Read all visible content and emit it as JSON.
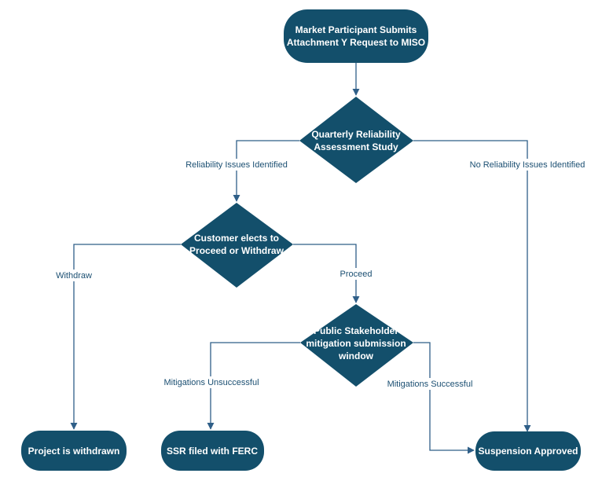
{
  "colors": {
    "node_fill": "#134f6b",
    "connector": "#2f5f88",
    "label_text": "#1b4f72",
    "node_text": "#ffffff"
  },
  "nodes": {
    "start": {
      "line1": "Market Participant Submits",
      "line2": "Attachment Y Request to MISO"
    },
    "quarterly": {
      "line1": "Quarterly Reliability",
      "line2": "Assessment Study"
    },
    "customer": {
      "line1": "Customer elects to",
      "line2": "Proceed or Withdraw"
    },
    "public": {
      "line1": "Public Stakeholder",
      "line2": "mitigation submission",
      "line3": "window"
    },
    "withdrawn": {
      "label": "Project is withdrawn"
    },
    "ssr": {
      "label": "SSR filed with FERC"
    },
    "approved": {
      "label": "Suspension Approved"
    }
  },
  "edges": {
    "reliability_issues": "Reliability Issues Identified",
    "no_reliability_issues": "No Reliability Issues Identified",
    "withdraw": "Withdraw",
    "proceed": "Proceed",
    "mitigations_unsuccessful": "Mitigations Unsuccessful",
    "mitigations_successful": "Mitigations Successful"
  }
}
